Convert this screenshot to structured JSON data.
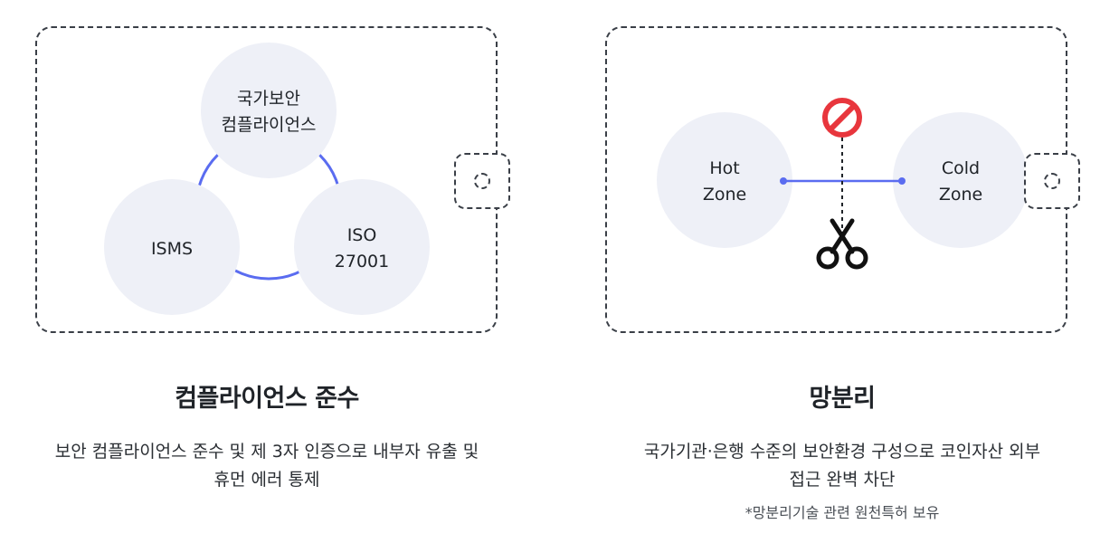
{
  "compliance": {
    "circle_top_line1": "국가보안",
    "circle_top_line2": "컴플라이언스",
    "circle_left": "ISMS",
    "circle_right_line1": "ISO",
    "circle_right_line2": "27001",
    "title": "컴플라이언스 준수",
    "desc_line1": "보안 컴플라이언스 준수 및 제 3자 인증으로 내부자 유출 및",
    "desc_line2": "휴먼 에러 통제"
  },
  "separation": {
    "hot_line1": "Hot",
    "hot_line2": "Zone",
    "cold_line1": "Cold",
    "cold_line2": "Zone",
    "title": "망분리",
    "desc_line1": "국가기관·은행 수준의 보안환경 구성으로 코인자산 외부",
    "desc_line2": "접근 완벽 차단",
    "note": "*망분리기술 관련 원천특허 보유"
  },
  "colors": {
    "circle_fill": "#eef0f7",
    "connector": "#5a6cf0",
    "prohibit": "#e8363d",
    "border": "#3a3f47"
  },
  "icons": [
    "expand-tab-icon",
    "prohibited-icon",
    "scissors-icon"
  ]
}
